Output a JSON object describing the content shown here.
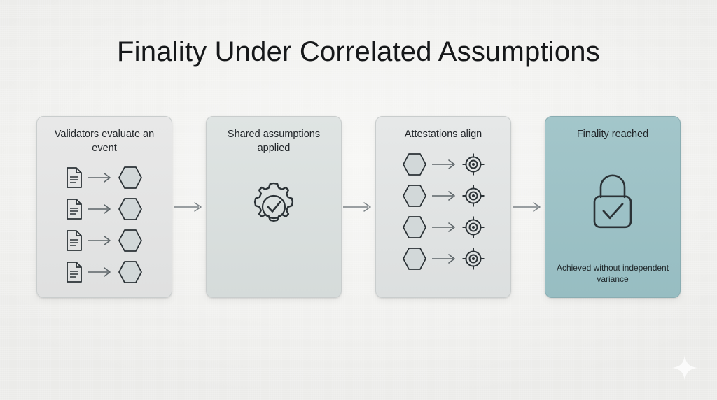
{
  "slide": {
    "title": "Finality Under Correlated Assumptions",
    "background_color": "#f2f2f0",
    "accent_color": "#9ec3c8",
    "stroke_color": "#2b3236"
  },
  "decoration": {
    "sparkle_icon": "sparkle-icon"
  },
  "flow": {
    "steps": [
      {
        "id": "step-1",
        "title": "Validators evaluate an event",
        "tone": "tone-a",
        "content_type": "rows",
        "row_count": 4,
        "row_from_icon": "document-icon",
        "row_arrow_icon": "arrow-right-icon",
        "row_to_icon": "hexagon-icon",
        "caption": ""
      },
      {
        "id": "step-2",
        "title": "Shared assumptions applied",
        "tone": "tone-b",
        "content_type": "center",
        "center_icon": "gear-check-icon",
        "caption": ""
      },
      {
        "id": "step-3",
        "title": "Attestations align",
        "tone": "tone-c",
        "content_type": "rows",
        "row_count": 4,
        "row_from_icon": "hexagon-icon",
        "row_arrow_icon": "arrow-right-icon",
        "row_to_icon": "target-crosshair-icon",
        "caption": ""
      },
      {
        "id": "step-4",
        "title": "Finality reached",
        "tone": "tone-final",
        "content_type": "center",
        "center_icon": "lock-check-icon",
        "caption": "Achieved without independent variance"
      }
    ],
    "connectors": [
      {
        "id": "connector-1-2",
        "icon": "arrow-right-icon"
      },
      {
        "id": "connector-2-3",
        "icon": "arrow-right-icon"
      },
      {
        "id": "connector-3-4",
        "icon": "arrow-right-icon"
      }
    ]
  }
}
